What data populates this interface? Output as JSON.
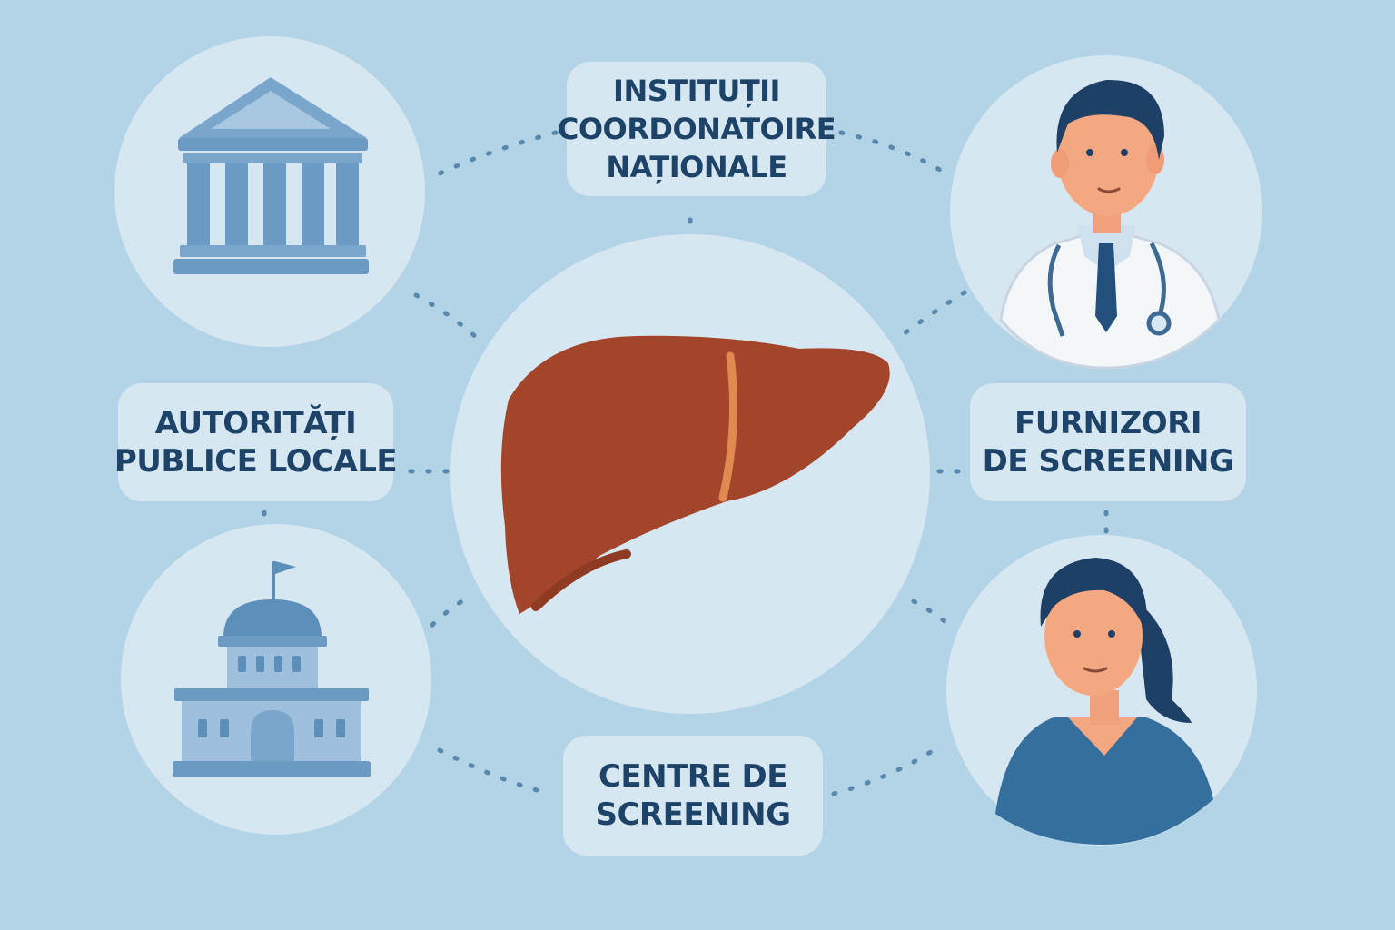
{
  "labels": {
    "national": {
      "line1": "INSTITUȚII",
      "line2": "COORDONATOIRE",
      "line3": "NAȚIONALE"
    },
    "local": {
      "line1": "AUTORITĂȚI",
      "line2": "PUBLICE LOCALE"
    },
    "providers": {
      "line1": "FURNIZORI",
      "line2": "DE SCREENING"
    },
    "centers": {
      "line1": "CENTRE DE",
      "line2": "SCREENING"
    }
  },
  "icons": {
    "top_left": "government-building-icon",
    "bottom_left": "city-hall-icon",
    "top_right": "doctor-icon",
    "bottom_right": "nurse-icon",
    "center": "liver-icon"
  },
  "colors": {
    "background": "#b3d4e7",
    "circle": "#d6e7f1",
    "text": "#1d4368",
    "connector": "#5a88ad",
    "liver": "#a2452a",
    "building": "#6b9ac2"
  }
}
